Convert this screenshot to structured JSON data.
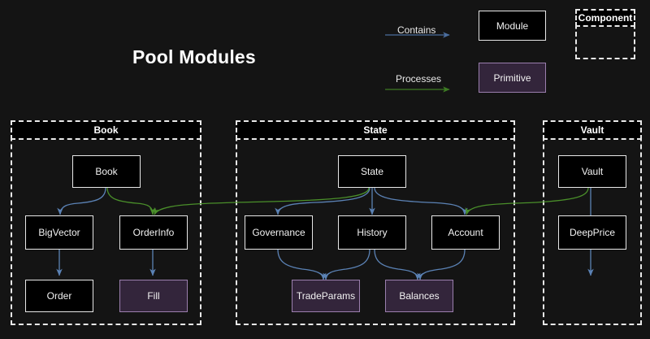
{
  "diagram": {
    "title": "Pool Modules",
    "background_color": "#141414",
    "colors": {
      "contains_arrow": "#4a6d9e",
      "processes_arrow": "#3d7a23",
      "module_fill": "#000000",
      "module_border": "#e8e8e8",
      "primitive_fill": "#33253b",
      "primitive_border": "#9b7fae",
      "group_border": "#e8e8e8",
      "text": "#f2f2f2"
    }
  },
  "legend": {
    "contains_label": "Contains",
    "processes_label": "Processes",
    "module_label": "Module",
    "primitive_label": "Primitive",
    "component_label": "Component"
  },
  "groups": [
    {
      "id": "book",
      "label": "Book"
    },
    {
      "id": "state",
      "label": "State"
    },
    {
      "id": "vault",
      "label": "Vault"
    }
  ],
  "nodes": [
    {
      "id": "book",
      "label": "Book",
      "kind": "module",
      "group": "book"
    },
    {
      "id": "bigvector",
      "label": "BigVector",
      "kind": "module",
      "group": "book"
    },
    {
      "id": "orderinfo",
      "label": "OrderInfo",
      "kind": "module",
      "group": "book"
    },
    {
      "id": "order",
      "label": "Order",
      "kind": "module",
      "group": "book"
    },
    {
      "id": "fill",
      "label": "Fill",
      "kind": "primitive",
      "group": "book"
    },
    {
      "id": "state",
      "label": "State",
      "kind": "module",
      "group": "state"
    },
    {
      "id": "governance",
      "label": "Governance",
      "kind": "module",
      "group": "state"
    },
    {
      "id": "history",
      "label": "History",
      "kind": "module",
      "group": "state"
    },
    {
      "id": "account",
      "label": "Account",
      "kind": "module",
      "group": "state"
    },
    {
      "id": "tradeparams",
      "label": "TradeParams",
      "kind": "primitive",
      "group": "state"
    },
    {
      "id": "balances",
      "label": "Balances",
      "kind": "primitive",
      "group": "state"
    },
    {
      "id": "vault",
      "label": "Vault",
      "kind": "module",
      "group": "vault"
    },
    {
      "id": "deepprice",
      "label": "DeepPrice",
      "kind": "module",
      "group": "vault"
    }
  ],
  "edges": [
    {
      "from": "book",
      "to": "bigvector",
      "type": "contains"
    },
    {
      "from": "book",
      "to": "orderinfo",
      "type": "processes"
    },
    {
      "from": "bigvector",
      "to": "order",
      "type": "contains"
    },
    {
      "from": "orderinfo",
      "to": "fill",
      "type": "contains"
    },
    {
      "from": "state",
      "to": "governance",
      "type": "contains"
    },
    {
      "from": "state",
      "to": "history",
      "type": "contains"
    },
    {
      "from": "state",
      "to": "account",
      "type": "contains"
    },
    {
      "from": "state",
      "to": "orderinfo",
      "type": "processes"
    },
    {
      "from": "governance",
      "to": "tradeparams",
      "type": "contains"
    },
    {
      "from": "history",
      "to": "tradeparams",
      "type": "contains"
    },
    {
      "from": "history",
      "to": "balances",
      "type": "contains"
    },
    {
      "from": "account",
      "to": "balances",
      "type": "contains"
    },
    {
      "from": "vault",
      "to": "deepprice",
      "type": "contains"
    },
    {
      "from": "vault",
      "to": "account",
      "type": "processes"
    }
  ]
}
